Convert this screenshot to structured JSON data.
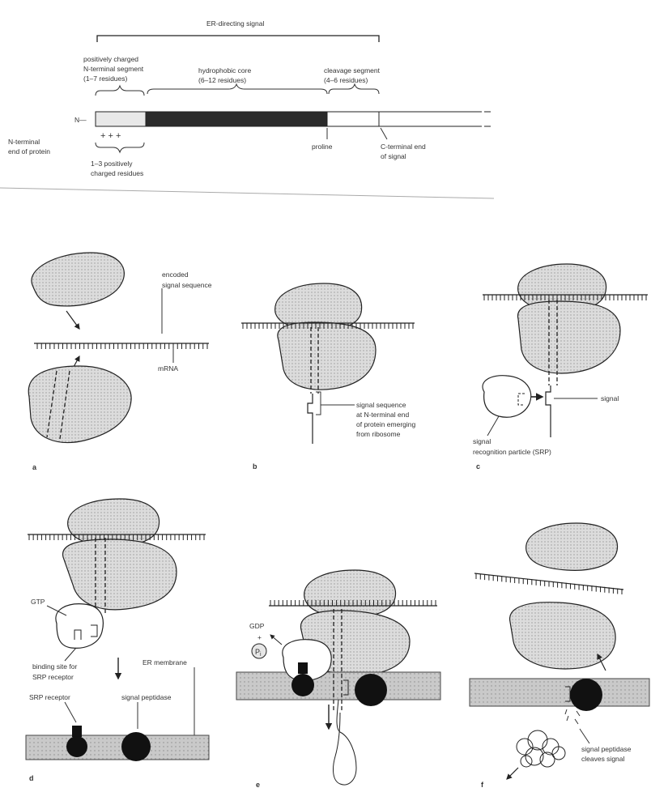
{
  "signal_structure": {
    "title": "ER-directing signal",
    "segments": {
      "positive": [
        "positively charged",
        "N-terminal segment",
        "(1–7 residues)"
      ],
      "hydrophobic": [
        "hydrophobic core",
        "(6–12 residues)"
      ],
      "cleavage": [
        "cleavage segment",
        "(4–6 residues)"
      ]
    },
    "n_symbol": "N—",
    "plus_signs": "+   +   +",
    "n_terminal_label": [
      "N-terminal",
      "end of protein"
    ],
    "positive_residues_label": [
      "1–3 positively",
      "charged residues"
    ],
    "proline_label": "proline",
    "c_terminal_label": [
      "C-terminal end",
      "of signal"
    ]
  },
  "panels": {
    "a": {
      "letter": "a",
      "encoded_label": [
        "encoded",
        "signal sequence"
      ],
      "mrna_label": "mRNA"
    },
    "b": {
      "letter": "b",
      "signal_label": [
        "signal sequence",
        "at N-terminal end",
        "of protein emerging",
        "from ribosome"
      ]
    },
    "c": {
      "letter": "c",
      "signal_label": "signal",
      "srp_label": [
        "signal",
        "recognition particle (SRP)"
      ]
    },
    "d": {
      "letter": "d",
      "gtp_label": "GTP",
      "binding_label": [
        "binding site for",
        "SRP receptor"
      ],
      "er_label": "ER membrane",
      "receptor_label": "SRP receptor",
      "peptidase_label": "signal peptidase"
    },
    "e": {
      "letter": "e",
      "gdp_label": "GDP",
      "plus": "+",
      "pi_label": "P",
      "pi_sub": "i"
    },
    "f": {
      "letter": "f",
      "peptidase_label": [
        "signal peptidase",
        "cleaves signal"
      ]
    }
  }
}
